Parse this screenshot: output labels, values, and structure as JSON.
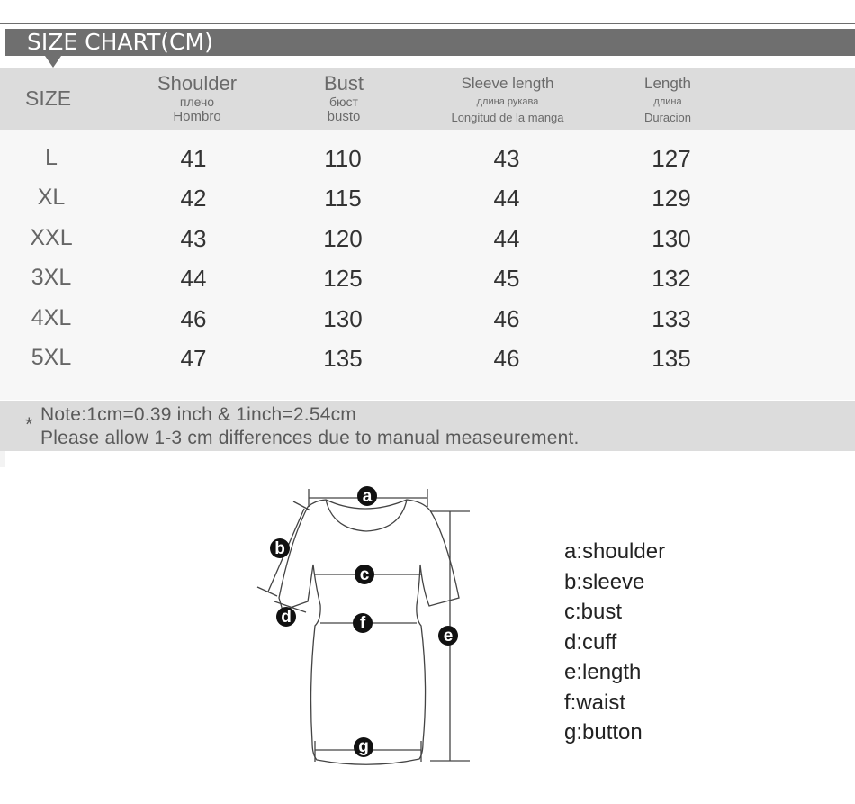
{
  "title": "SIZE CHART(CM)",
  "table": {
    "columns": [
      {
        "key": "size",
        "label": "SIZE"
      },
      {
        "key": "shoulder",
        "label": "Shoulder",
        "label_ru": "плечо",
        "label_es": "Hombro"
      },
      {
        "key": "bust",
        "label": "Bust",
        "label_ru": "бюст",
        "label_es": "busto"
      },
      {
        "key": "sleeve",
        "label": "Sleeve length",
        "label_ru": "длина рукава",
        "label_es": "Longitud de la manga"
      },
      {
        "key": "length",
        "label": "Length",
        "label_ru": "длина",
        "label_es": "Duracion"
      }
    ],
    "rows": [
      {
        "size": "L",
        "shoulder": "41",
        "bust": "110",
        "sleeve": "43",
        "length": "127"
      },
      {
        "size": "XL",
        "shoulder": "42",
        "bust": "115",
        "sleeve": "44",
        "length": "129"
      },
      {
        "size": "XXL",
        "shoulder": "43",
        "bust": "120",
        "sleeve": "44",
        "length": "130"
      },
      {
        "size": "3XL",
        "shoulder": "44",
        "bust": "125",
        "sleeve": "45",
        "length": "132"
      },
      {
        "size": "4XL",
        "shoulder": "46",
        "bust": "130",
        "sleeve": "46",
        "length": "133"
      },
      {
        "size": "5XL",
        "shoulder": "47",
        "bust": "135",
        "sleeve": "46",
        "length": "135"
      }
    ]
  },
  "note": {
    "star": "*",
    "line1": "Note:1cm=0.39 inch & 1inch=2.54cm",
    "line2": "Please allow 1-3 cm differences due to manual measeurement."
  },
  "diagram": {
    "markers": [
      "a",
      "b",
      "c",
      "d",
      "e",
      "f",
      "g"
    ],
    "legend": [
      "a:shoulder",
      "b:sleeve",
      "c:bust",
      "d:cuff",
      "e:length",
      "f:waist",
      "g:button"
    ]
  },
  "colors": {
    "title_bar": "#6f6f6f",
    "header_bg": "#dcdcdc",
    "body_bg": "#f7f7f7",
    "text_dark": "#333333"
  }
}
